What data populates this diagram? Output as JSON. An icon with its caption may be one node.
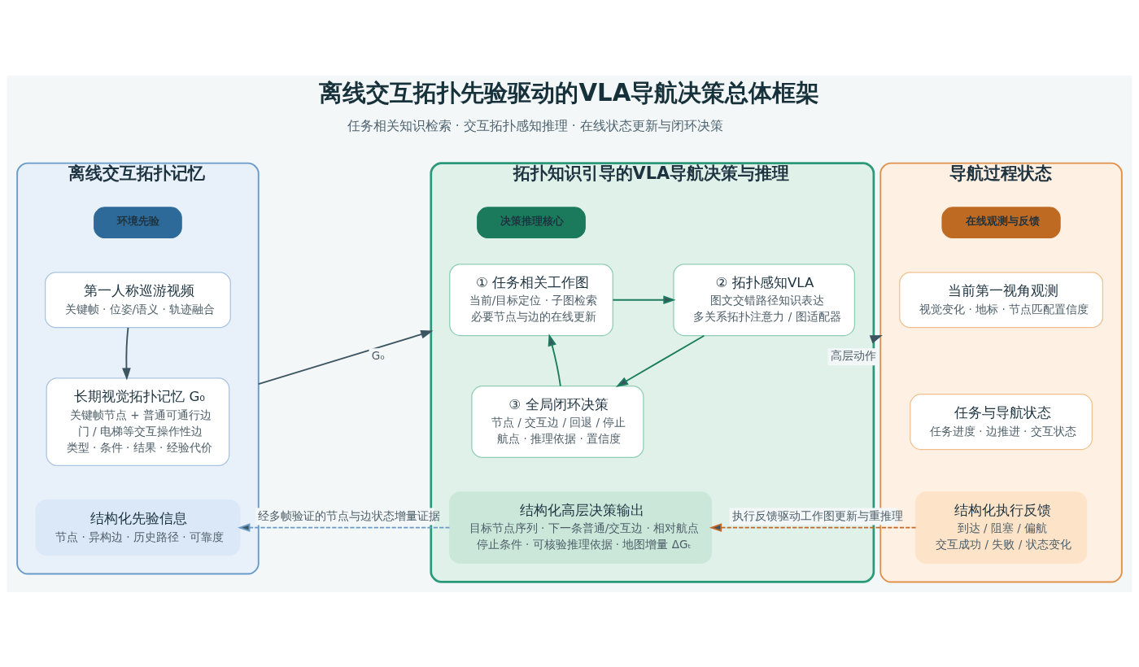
{
  "diagram": {
    "title": "离线交互拓扑先验驱动的VLA导航决策总体框架",
    "nodes": [
      {
        "text": [
          "离线交互拓扑记忆"
        ]
      },
      {
        "text": [
          "环境先验"
        ],
        "in": 0
      },
      {
        "text": [
          "第一人称巡游视频",
          "关键帧 · 位姿/语义 · 轨迹融合"
        ],
        "in": 0
      },
      {
        "text": [
          "长期视觉拓扑记忆 G₀",
          "关键帧节点 + 普通可通行边",
          "门 / 电梯等交互操作性边",
          "类型 · 条件 · 结果 · 经验代价"
        ],
        "in": 0
      },
      {
        "text": [
          "结构化先验信息",
          "节点 · 异构边 · 历史路径 · 可靠度"
        ],
        "in": 0
      },
      {
        "text": [
          "拓扑知识引导的VLA导航决策与推理"
        ]
      },
      {
        "text": [
          "决策推理核心"
        ],
        "in": 5
      },
      {
        "text": [
          "① 任务相关工作图",
          "当前/目标定位 · 子图检索",
          "必要节点与边的在线更新"
        ],
        "in": 5
      },
      {
        "text": [
          "② 拓扑感知VLA",
          "图文交错路径知识表达",
          "多关系拓扑注意力 / 图适配器"
        ],
        "in": 5
      },
      {
        "text": [
          "③ 全局闭环决策",
          "节点 / 交互边 / 回退 / 停止",
          "航点 · 推理依据 · 置信度"
        ],
        "in": 5
      },
      {
        "text": [
          "结构化高层决策输出",
          "目标节点序列 · 下一条普通/交互边 · 相对航点",
          "停止条件 · 可核验推理依据 · 地图增量 ΔGₜ"
        ],
        "in": 5
      },
      {
        "text": [
          "导航过程状态"
        ]
      },
      {
        "text": [
          "在线观测与反馈"
        ],
        "in": 11
      },
      {
        "text": [
          "当前第一视角观测",
          "视觉变化 · 地标 · 节点匹配置信度"
        ],
        "in": 11
      },
      {
        "text": [
          "任务与导航状态",
          "任务进度 · 边推进 · 交互状态"
        ],
        "in": 11
      },
      {
        "text": [
          "结构化执行反馈",
          "到达 / 阻塞 / 偏航",
          "交互成功 / 失败 / 状态变化"
        ],
        "in": 11
      }
    ],
    "edges": [
      {
        "from": 2,
        "to": 3,
        "arrow": "to"
      },
      {
        "from": 0,
        "to": 5,
        "arrow": "to",
        "label": "G₀"
      },
      {
        "from": 7,
        "to": 8,
        "arrow": "to",
        "color": "#1b7d5e"
      },
      {
        "from": 8,
        "to": 9,
        "arrow": "to",
        "color": "#1b7d5e"
      },
      {
        "from": 9,
        "to": 7,
        "arrow": "to",
        "color": "#1b7d5e"
      },
      {
        "from": 5,
        "to": 11,
        "arrow": "to",
        "label": "高层动作"
      },
      {
        "from": 10,
        "to": 4,
        "arrow": "to",
        "style": "dashed",
        "color": "#6a9bc8",
        "label": "经多帧验证的节点与边状态增量证据"
      },
      {
        "from": 15,
        "to": 10,
        "arrow": "to",
        "style": "dashed",
        "color": "#c0692a",
        "label": "执行反馈驱动工作图更新与重推理"
      }
    ],
    "labels": [
      "任务相关知识检索 · 交互拓扑感知推理 · 在线状态更新与闭环决策"
    ]
  }
}
